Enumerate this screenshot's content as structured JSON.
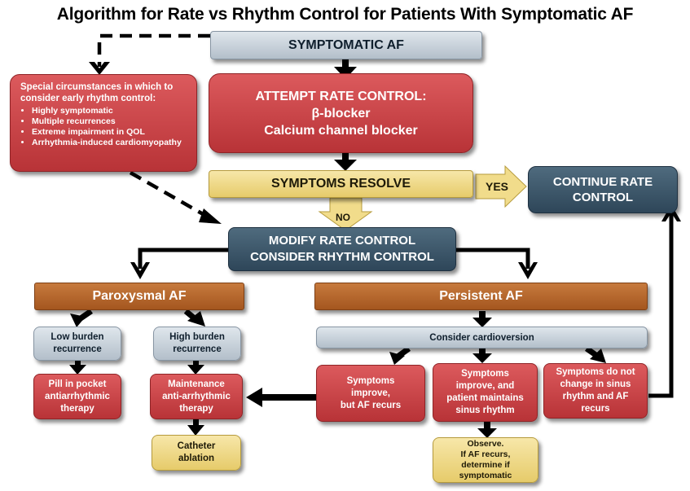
{
  "title": "Algorithm for Rate vs Rhythm Control for Patients With Symptomatic AF",
  "colors": {
    "grey": "#c7d0d8",
    "red": "#c8444a",
    "yellow": "#f1dc8b",
    "dark_teal": "#3d5668",
    "brown": "#b5652c",
    "arrow": "#000000"
  },
  "nodes": {
    "symptomatic_af": "SYMPTOMATIC AF",
    "rate_control": {
      "line1": "ATTEMPT RATE CONTROL:",
      "line2": "β-blocker",
      "line3": "Calcium channel blocker"
    },
    "symptoms_resolve": "SYMPTOMS RESOLVE",
    "yes_label": "YES",
    "no_label": "NO",
    "continue_rate": {
      "line1": "CONTINUE RATE",
      "line2": "CONTROL"
    },
    "special": {
      "heading1": "Special circumstances in which to",
      "heading2": "consider early rhythm control:",
      "items": [
        "Highly symptomatic",
        "Multiple recurrences",
        "Extreme impairment in QOL",
        "Arrhythmia-induced cardiomyopathy"
      ]
    },
    "modify": {
      "line1": "MODIFY RATE CONTROL",
      "line2": "CONSIDER RHYTHM CONTROL"
    },
    "paroxysmal": "Paroxysmal AF",
    "persistent": "Persistent AF",
    "low_burden": {
      "line1": "Low burden",
      "line2": "recurrence"
    },
    "high_burden": {
      "line1": "High burden",
      "line2": "recurrence"
    },
    "pill": {
      "line1": "Pill in pocket",
      "line2": "antiarrhythmic",
      "line3": "therapy"
    },
    "maintenance": {
      "line1": "Maintenance",
      "line2": "anti-arrhythmic",
      "line3": "therapy"
    },
    "catheter": {
      "line1": "Catheter",
      "line2": "ablation"
    },
    "cardioversion": "Consider cardioversion",
    "improve_recurs": {
      "line1": "Symptoms",
      "line2": "improve,",
      "line3": "but AF recurs"
    },
    "improve_maintain": {
      "line1": "Symptoms",
      "line2": "improve, and",
      "line3": "patient maintains",
      "line4": "sinus rhythm"
    },
    "no_change": {
      "line1": "Symptoms do not",
      "line2": "change in sinus",
      "line3": "rhythm and AF",
      "line4": "recurs"
    },
    "observe": {
      "line1": "Observe.",
      "line2": "If AF recurs,",
      "line3": "determine if",
      "line4": "symptomatic"
    }
  }
}
